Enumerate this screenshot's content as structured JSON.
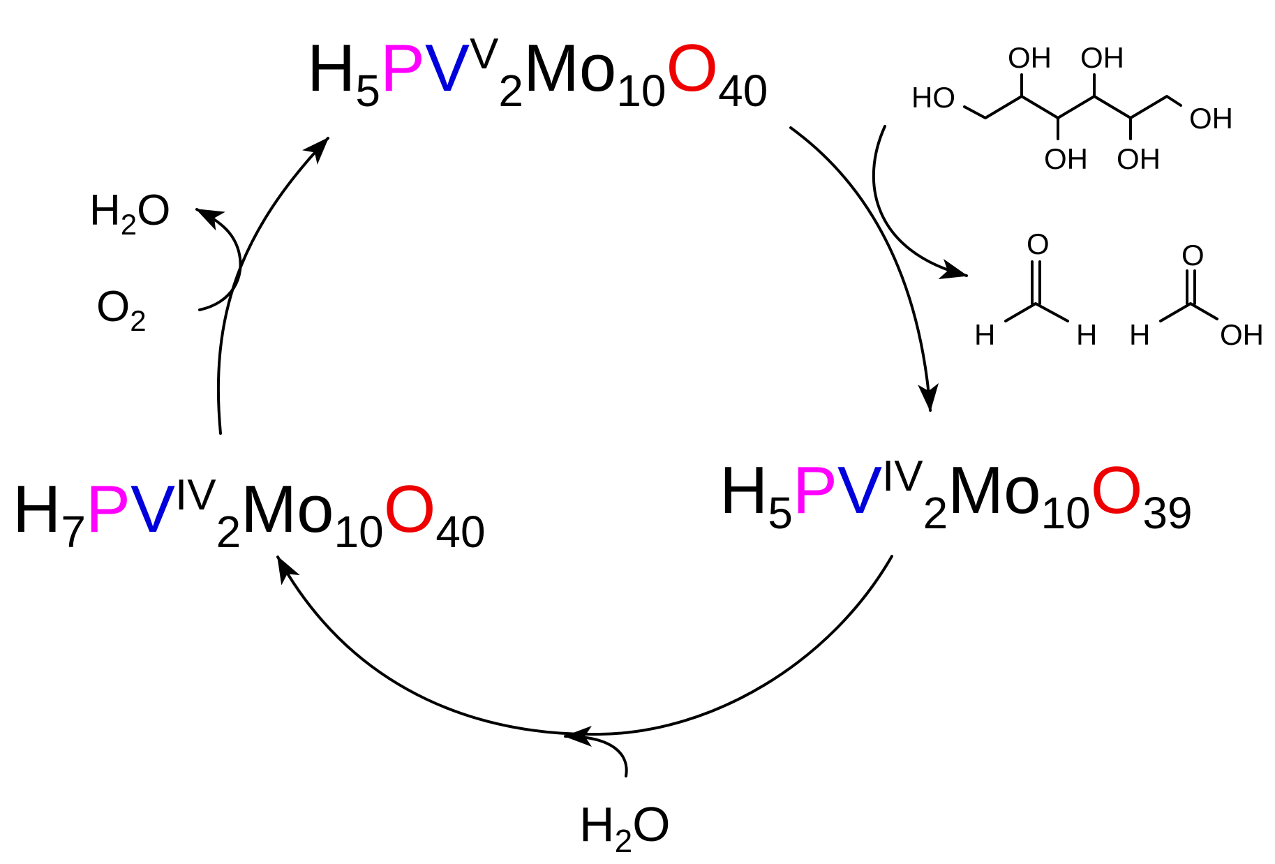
{
  "colors": {
    "ink": "#000000",
    "phosphorus": "#ff00ff",
    "vanadium": "#0000dd",
    "oxygen": "#ee0000"
  },
  "catalyst_top": {
    "h": "H",
    "h_count": "5",
    "p": "P",
    "v": "V",
    "v_oxidation": "V",
    "v_count": "2",
    "mo": "Mo",
    "mo_count": "10",
    "o": "O",
    "o_count": "40"
  },
  "catalyst_right": {
    "h": "H",
    "h_count": "5",
    "p": "P",
    "v": "V",
    "v_oxidation": "IV",
    "v_count": "2",
    "mo": "Mo",
    "mo_count": "10",
    "o": "O",
    "o_count": "39"
  },
  "catalyst_left": {
    "h": "H",
    "h_count": "7",
    "p": "P",
    "v": "V",
    "v_oxidation": "IV",
    "v_count": "2",
    "mo": "Mo",
    "mo_count": "10",
    "o": "O",
    "o_count": "40"
  },
  "reagents": {
    "water_bottom": {
      "h": "H",
      "count": "2",
      "o": "O"
    },
    "water_left": {
      "h": "H",
      "count": "2",
      "o": "O"
    },
    "oxygen_left": {
      "o": "O",
      "count": "2"
    }
  },
  "sorbitol_labels": {
    "ho_left": "HO",
    "oh_top_1": "OH",
    "oh_top_2": "OH",
    "oh_bottom_1": "OH",
    "oh_bottom_2": "OH",
    "oh_right": "OH"
  },
  "formaldehyde_labels": {
    "o": "O",
    "h_left": "H",
    "h_right": "H"
  },
  "formic_acid_labels": {
    "o": "O",
    "h_left": "H",
    "oh": "OH"
  }
}
